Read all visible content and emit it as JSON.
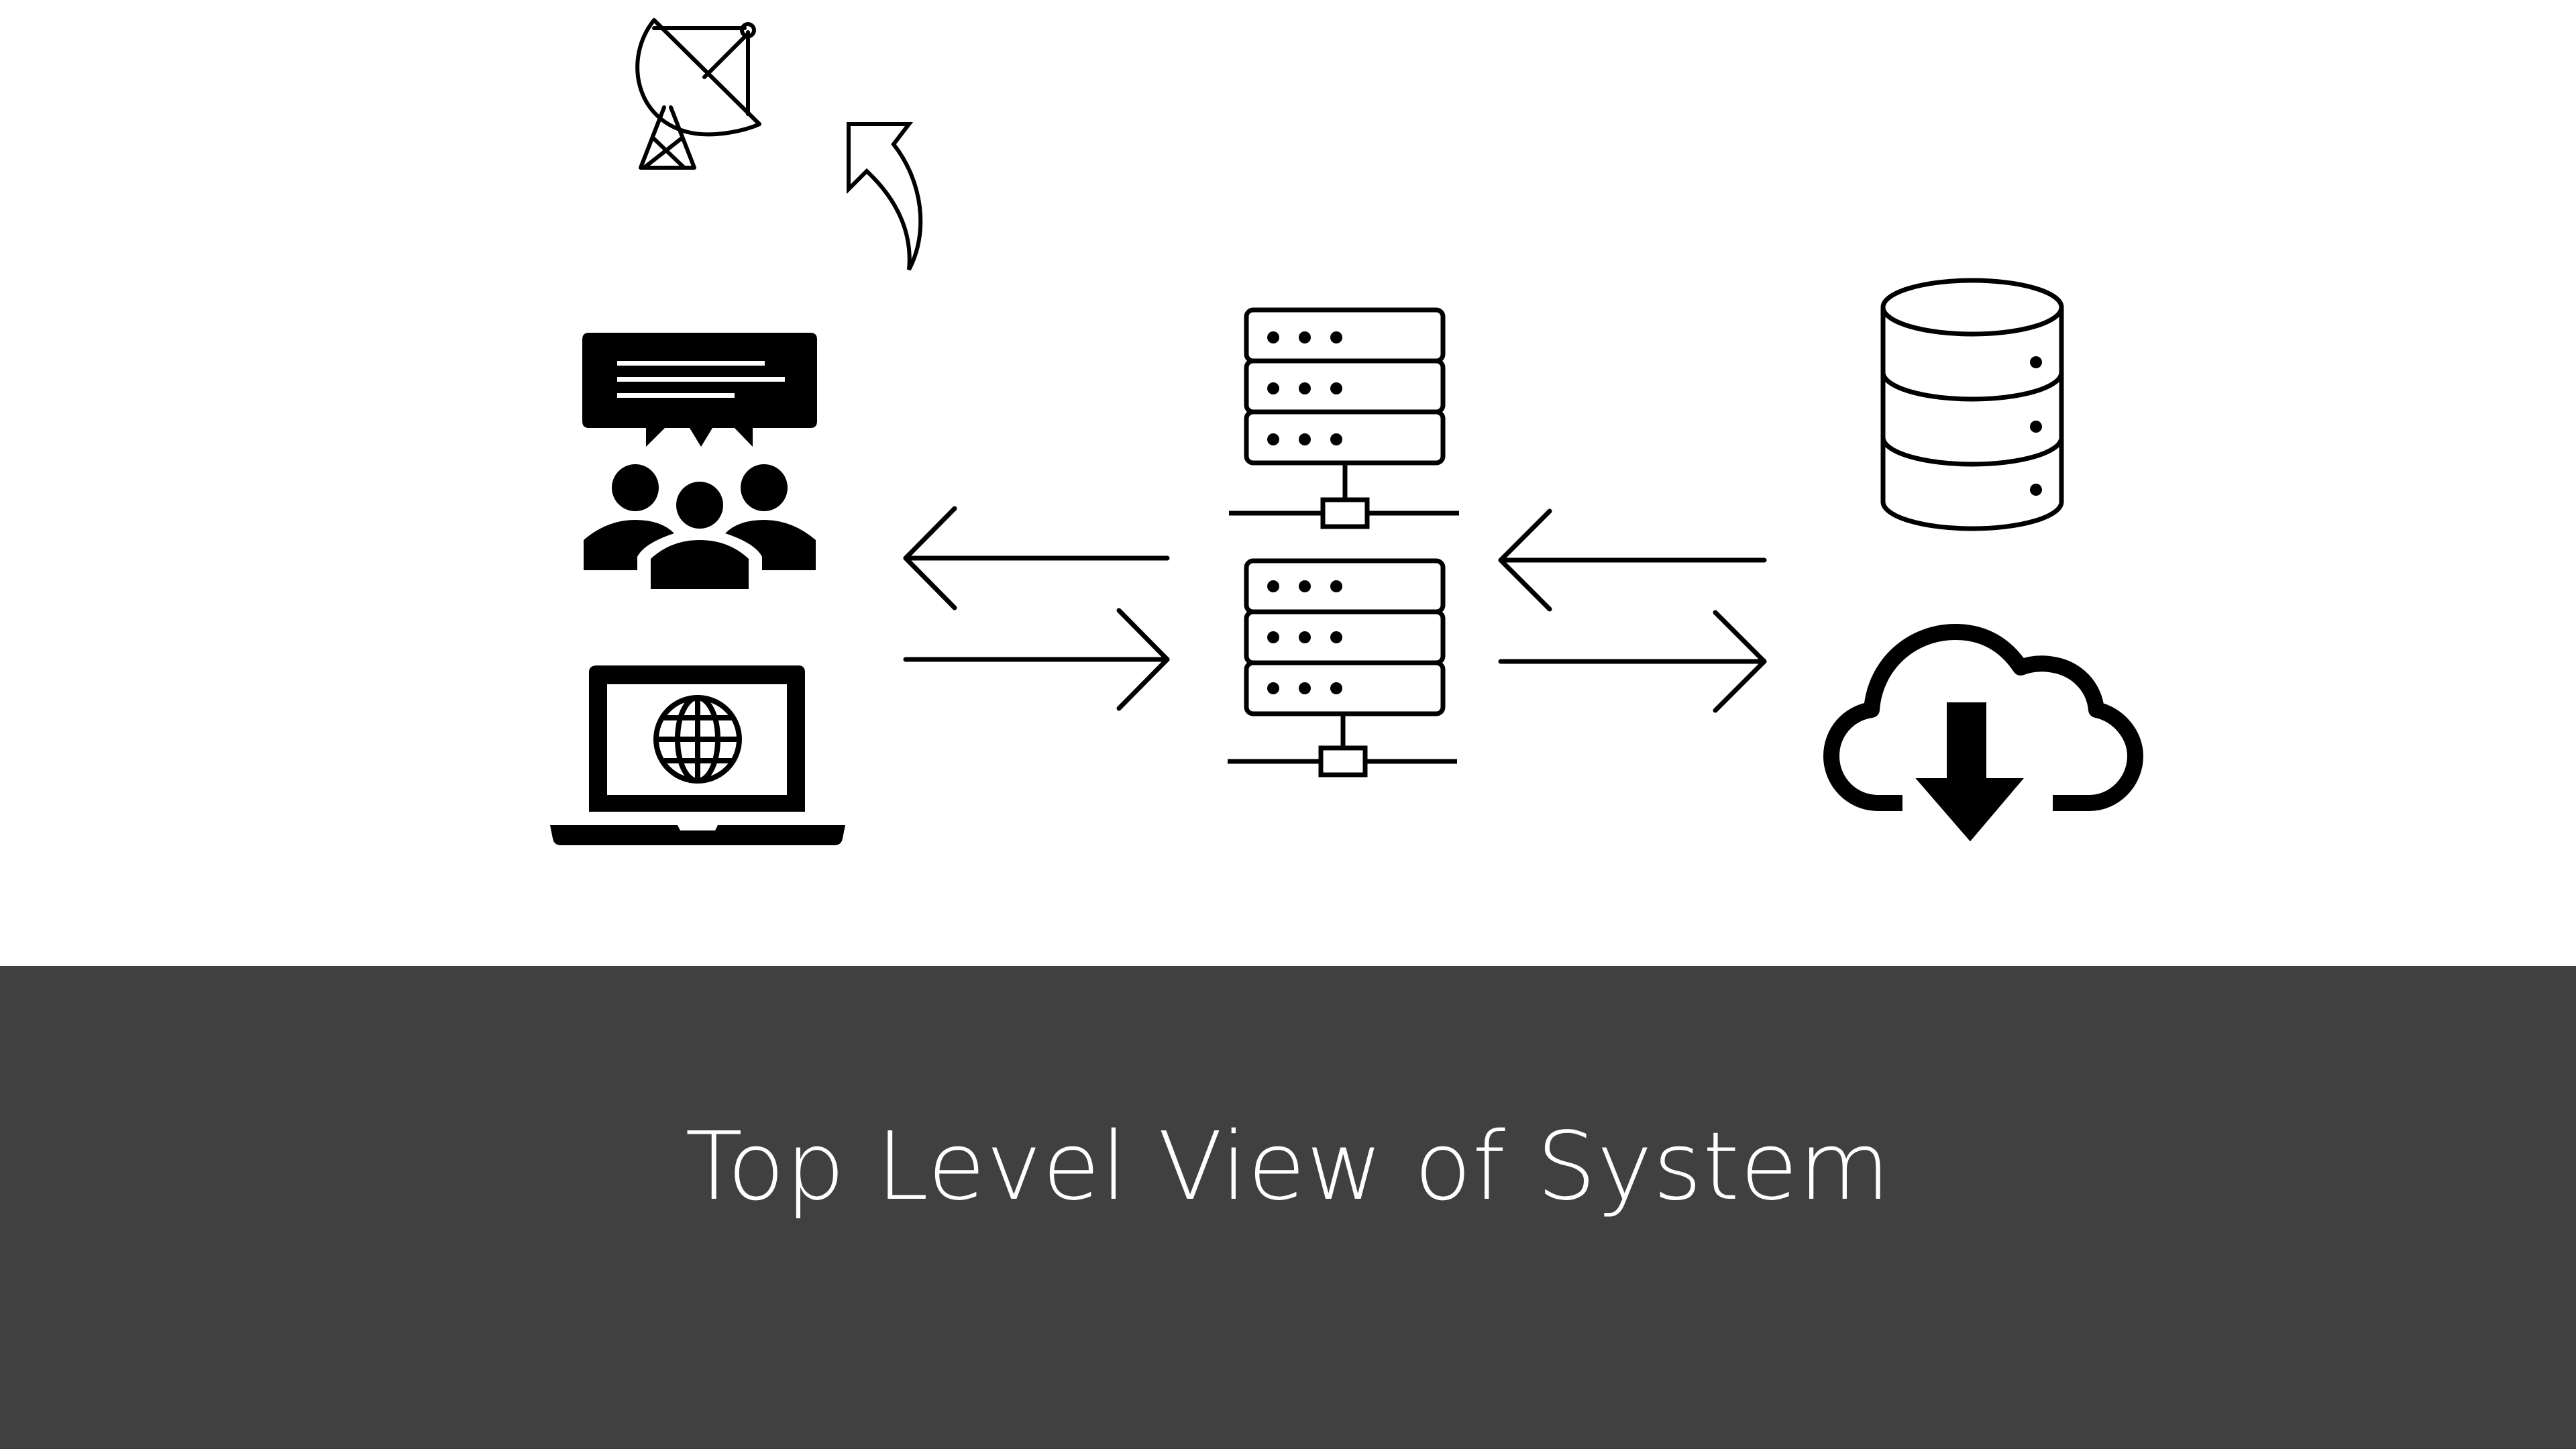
{
  "slide": {
    "title": "Top Level View of System",
    "band_color": "#404040",
    "background_color": "#ffffff",
    "icon_color": "#000000"
  },
  "diagram": {
    "client_side": {
      "icons": [
        "satellite-dish-icon",
        "curved-arrow-icon",
        "chat-group-icon",
        "laptop-globe-icon"
      ]
    },
    "server": {
      "icons": [
        "server-rack-top-icon",
        "server-rack-bottom-icon"
      ]
    },
    "storage_side": {
      "icons": [
        "database-icon",
        "cloud-download-icon"
      ]
    },
    "connectors": [
      {
        "from": "server",
        "to": "client_side",
        "direction": "left"
      },
      {
        "from": "client_side",
        "to": "server",
        "direction": "right"
      },
      {
        "from": "storage_side",
        "to": "server",
        "direction": "left"
      },
      {
        "from": "server",
        "to": "storage_side",
        "direction": "right"
      }
    ]
  }
}
